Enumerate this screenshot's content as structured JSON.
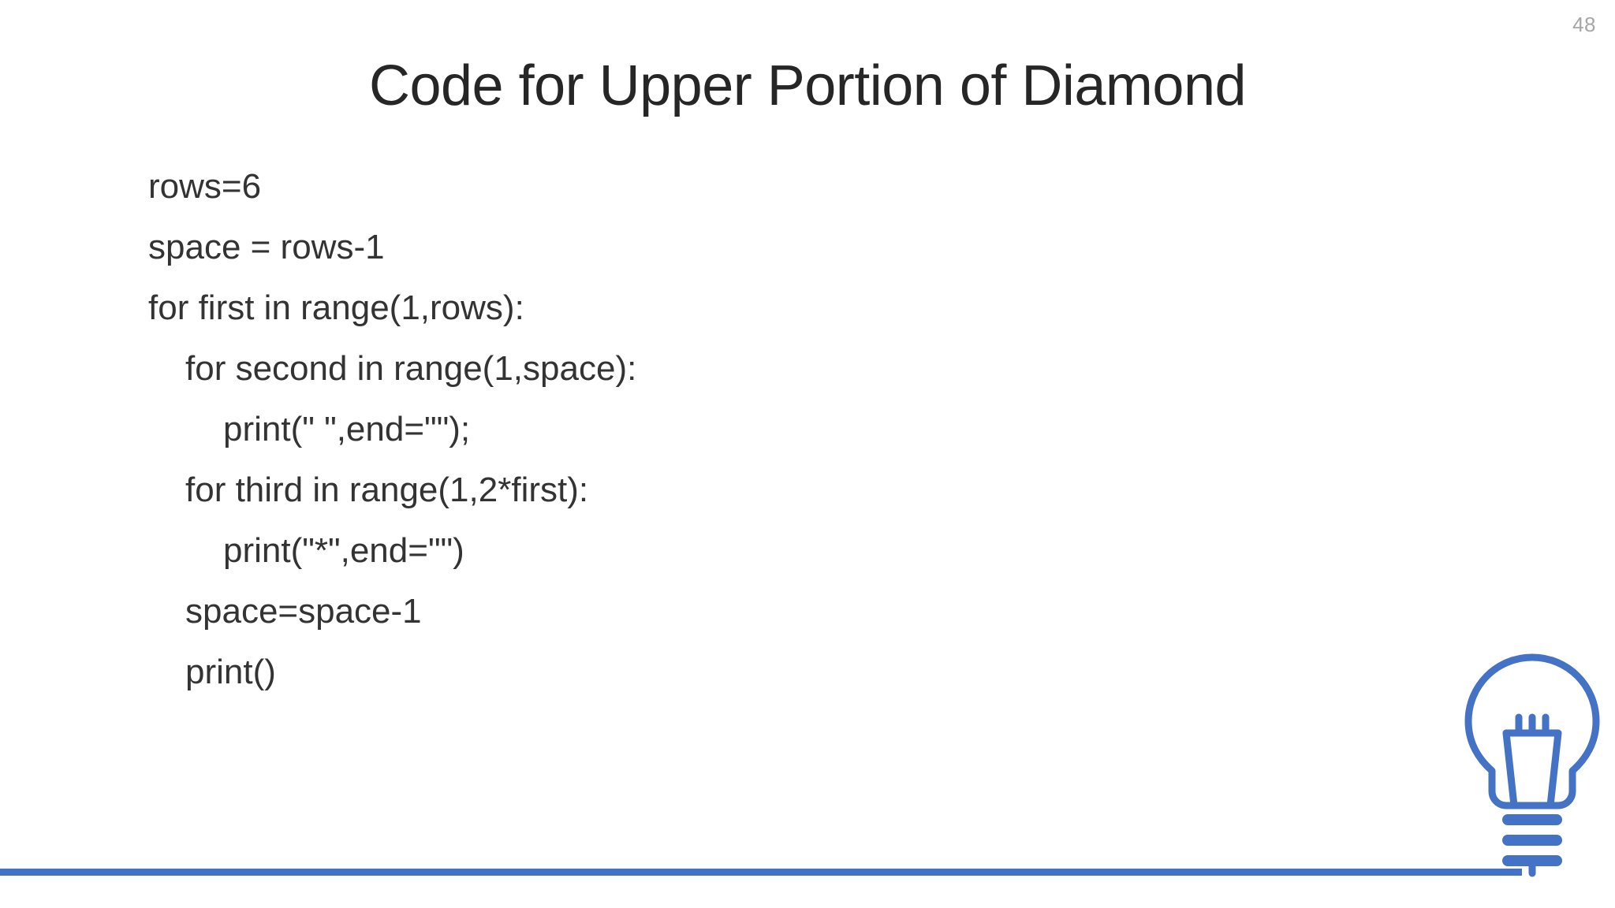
{
  "slide": {
    "page_number": "48",
    "title": "Code for Upper Portion of Diamond",
    "accent_color": "#4472C4",
    "text_color": "#333333",
    "title_color": "#262626",
    "page_number_color": "#A6A6A6",
    "background_color": "#FFFFFF"
  },
  "code": {
    "language": "python",
    "lines": [
      {
        "indent": 0,
        "text": "rows=6"
      },
      {
        "indent": 0,
        "text": "space = rows-1"
      },
      {
        "indent": 0,
        "text": "for first in range(1,rows):"
      },
      {
        "indent": 1,
        "text": "for second in range(1,space):"
      },
      {
        "indent": 2,
        "text": "print(\" \",end=\"\");"
      },
      {
        "indent": 1,
        "text": "for third in range(1,2*first):"
      },
      {
        "indent": 2,
        "text": "print(\"*\",end=\"\")"
      },
      {
        "indent": 1,
        "text": "space=space-1"
      },
      {
        "indent": 1,
        "text": "print()"
      }
    ]
  },
  "decor": {
    "lightbulb_icon": "lightbulb-icon",
    "lightbulb_color": "#4472C4",
    "bottom_rule_color": "#4472C4"
  }
}
